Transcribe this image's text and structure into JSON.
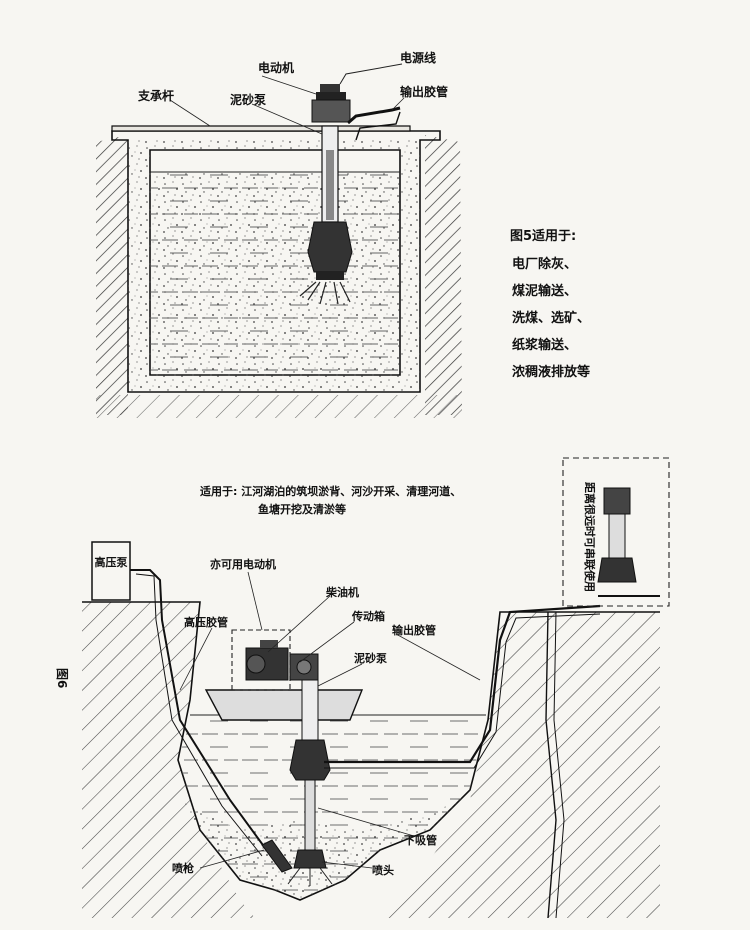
{
  "figure_top": {
    "labels": {
      "power_cable": "电源线",
      "motor": "电动机",
      "support_rod": "支承杆",
      "slurry_pump": "泥砂泵",
      "output_hose": "输出胶管"
    },
    "note": {
      "title": "图5适用于:",
      "lines": [
        "电厂除灰、",
        "煤泥输送、",
        "洗煤、选矿、",
        "纸浆输送、",
        "浓稠液排放等"
      ]
    }
  },
  "figure_bottom": {
    "applicability": {
      "line1": "适用于: 江河湖泊的筑坝淤背、河沙开采、清理河道、",
      "line2": "鱼塘开挖及清淤等"
    },
    "labels": {
      "hp_pump": "高压泵",
      "alt_motor": "亦可用电动机",
      "diesel": "柴油机",
      "gearbox": "传动箱",
      "hp_hose": "高压胶管",
      "output_hose": "输出胶管",
      "slurry_pump": "泥砂泵",
      "suction_pipe": "下吸管",
      "spray_gun": "喷枪",
      "nozzle": "喷头"
    },
    "side_note": "距离很远时可串联使用",
    "fig_number": "图6"
  }
}
